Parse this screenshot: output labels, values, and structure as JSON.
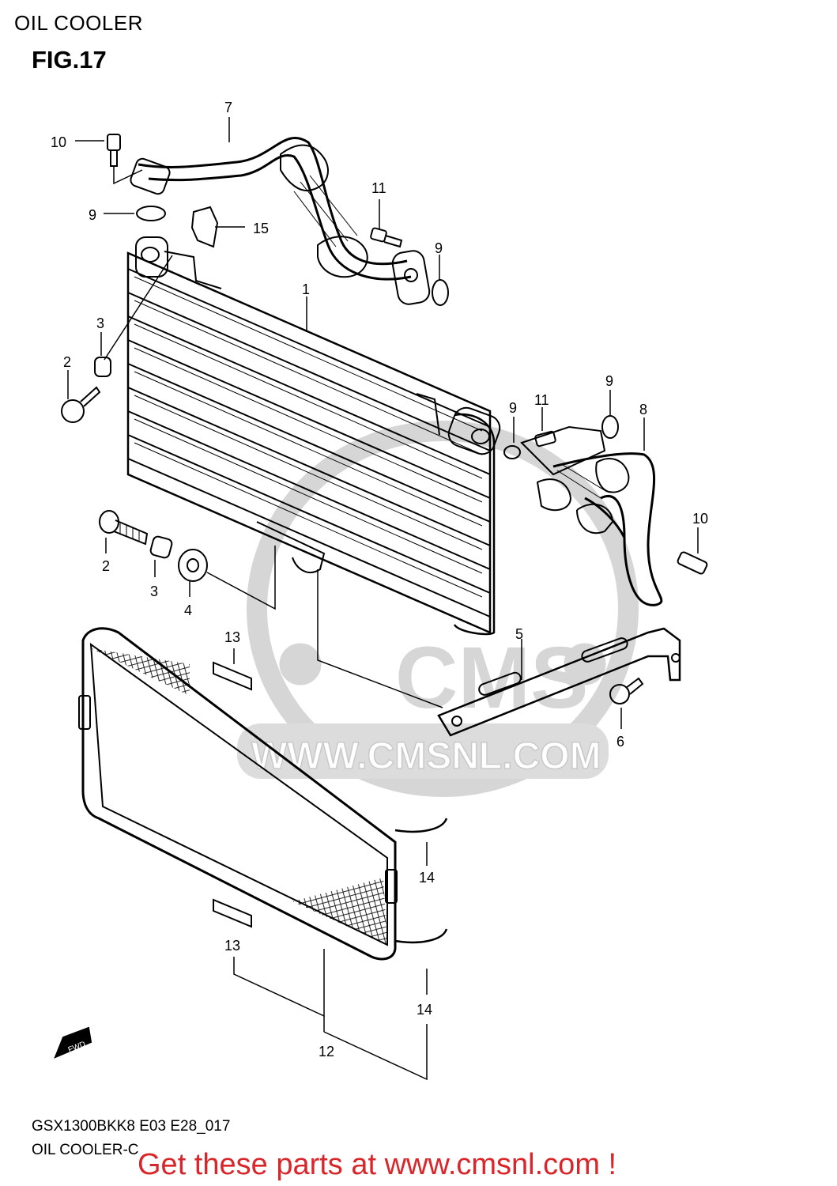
{
  "header": {
    "section_title": "OIL COOLER",
    "figure_label": "FIG.17"
  },
  "watermark": {
    "logo_text": "CMS",
    "url_text": "WWW.CMSNL.COM",
    "color": "#d6d6d6"
  },
  "callouts": [
    {
      "id": "c7",
      "label": "7"
    },
    {
      "id": "c10a",
      "label": "10"
    },
    {
      "id": "c11a",
      "label": "11"
    },
    {
      "id": "c9a",
      "label": "9"
    },
    {
      "id": "c15",
      "label": "15"
    },
    {
      "id": "c9b",
      "label": "9"
    },
    {
      "id": "c1",
      "label": "1"
    },
    {
      "id": "c3a",
      "label": "3"
    },
    {
      "id": "c2a",
      "label": "2"
    },
    {
      "id": "c9c",
      "label": "9"
    },
    {
      "id": "c11b",
      "label": "11"
    },
    {
      "id": "c9d",
      "label": "9"
    },
    {
      "id": "c8",
      "label": "8"
    },
    {
      "id": "c10b",
      "label": "10"
    },
    {
      "id": "c2b",
      "label": "2"
    },
    {
      "id": "c3b",
      "label": "3"
    },
    {
      "id": "c4",
      "label": "4"
    },
    {
      "id": "c13a",
      "label": "13"
    },
    {
      "id": "c5",
      "label": "5"
    },
    {
      "id": "c6",
      "label": "6"
    },
    {
      "id": "c14a",
      "label": "14"
    },
    {
      "id": "c13b",
      "label": "13"
    },
    {
      "id": "c14b",
      "label": "14"
    },
    {
      "id": "c12",
      "label": "12"
    }
  ],
  "fwd_label": "FWD",
  "footer": {
    "model_code": "GSX1300BKK8 E03 E28_017",
    "diagram_name": "OIL COOLER-C",
    "cta": "Get these parts at www.cmsnl.com !",
    "cta_color": "#d9262b"
  }
}
